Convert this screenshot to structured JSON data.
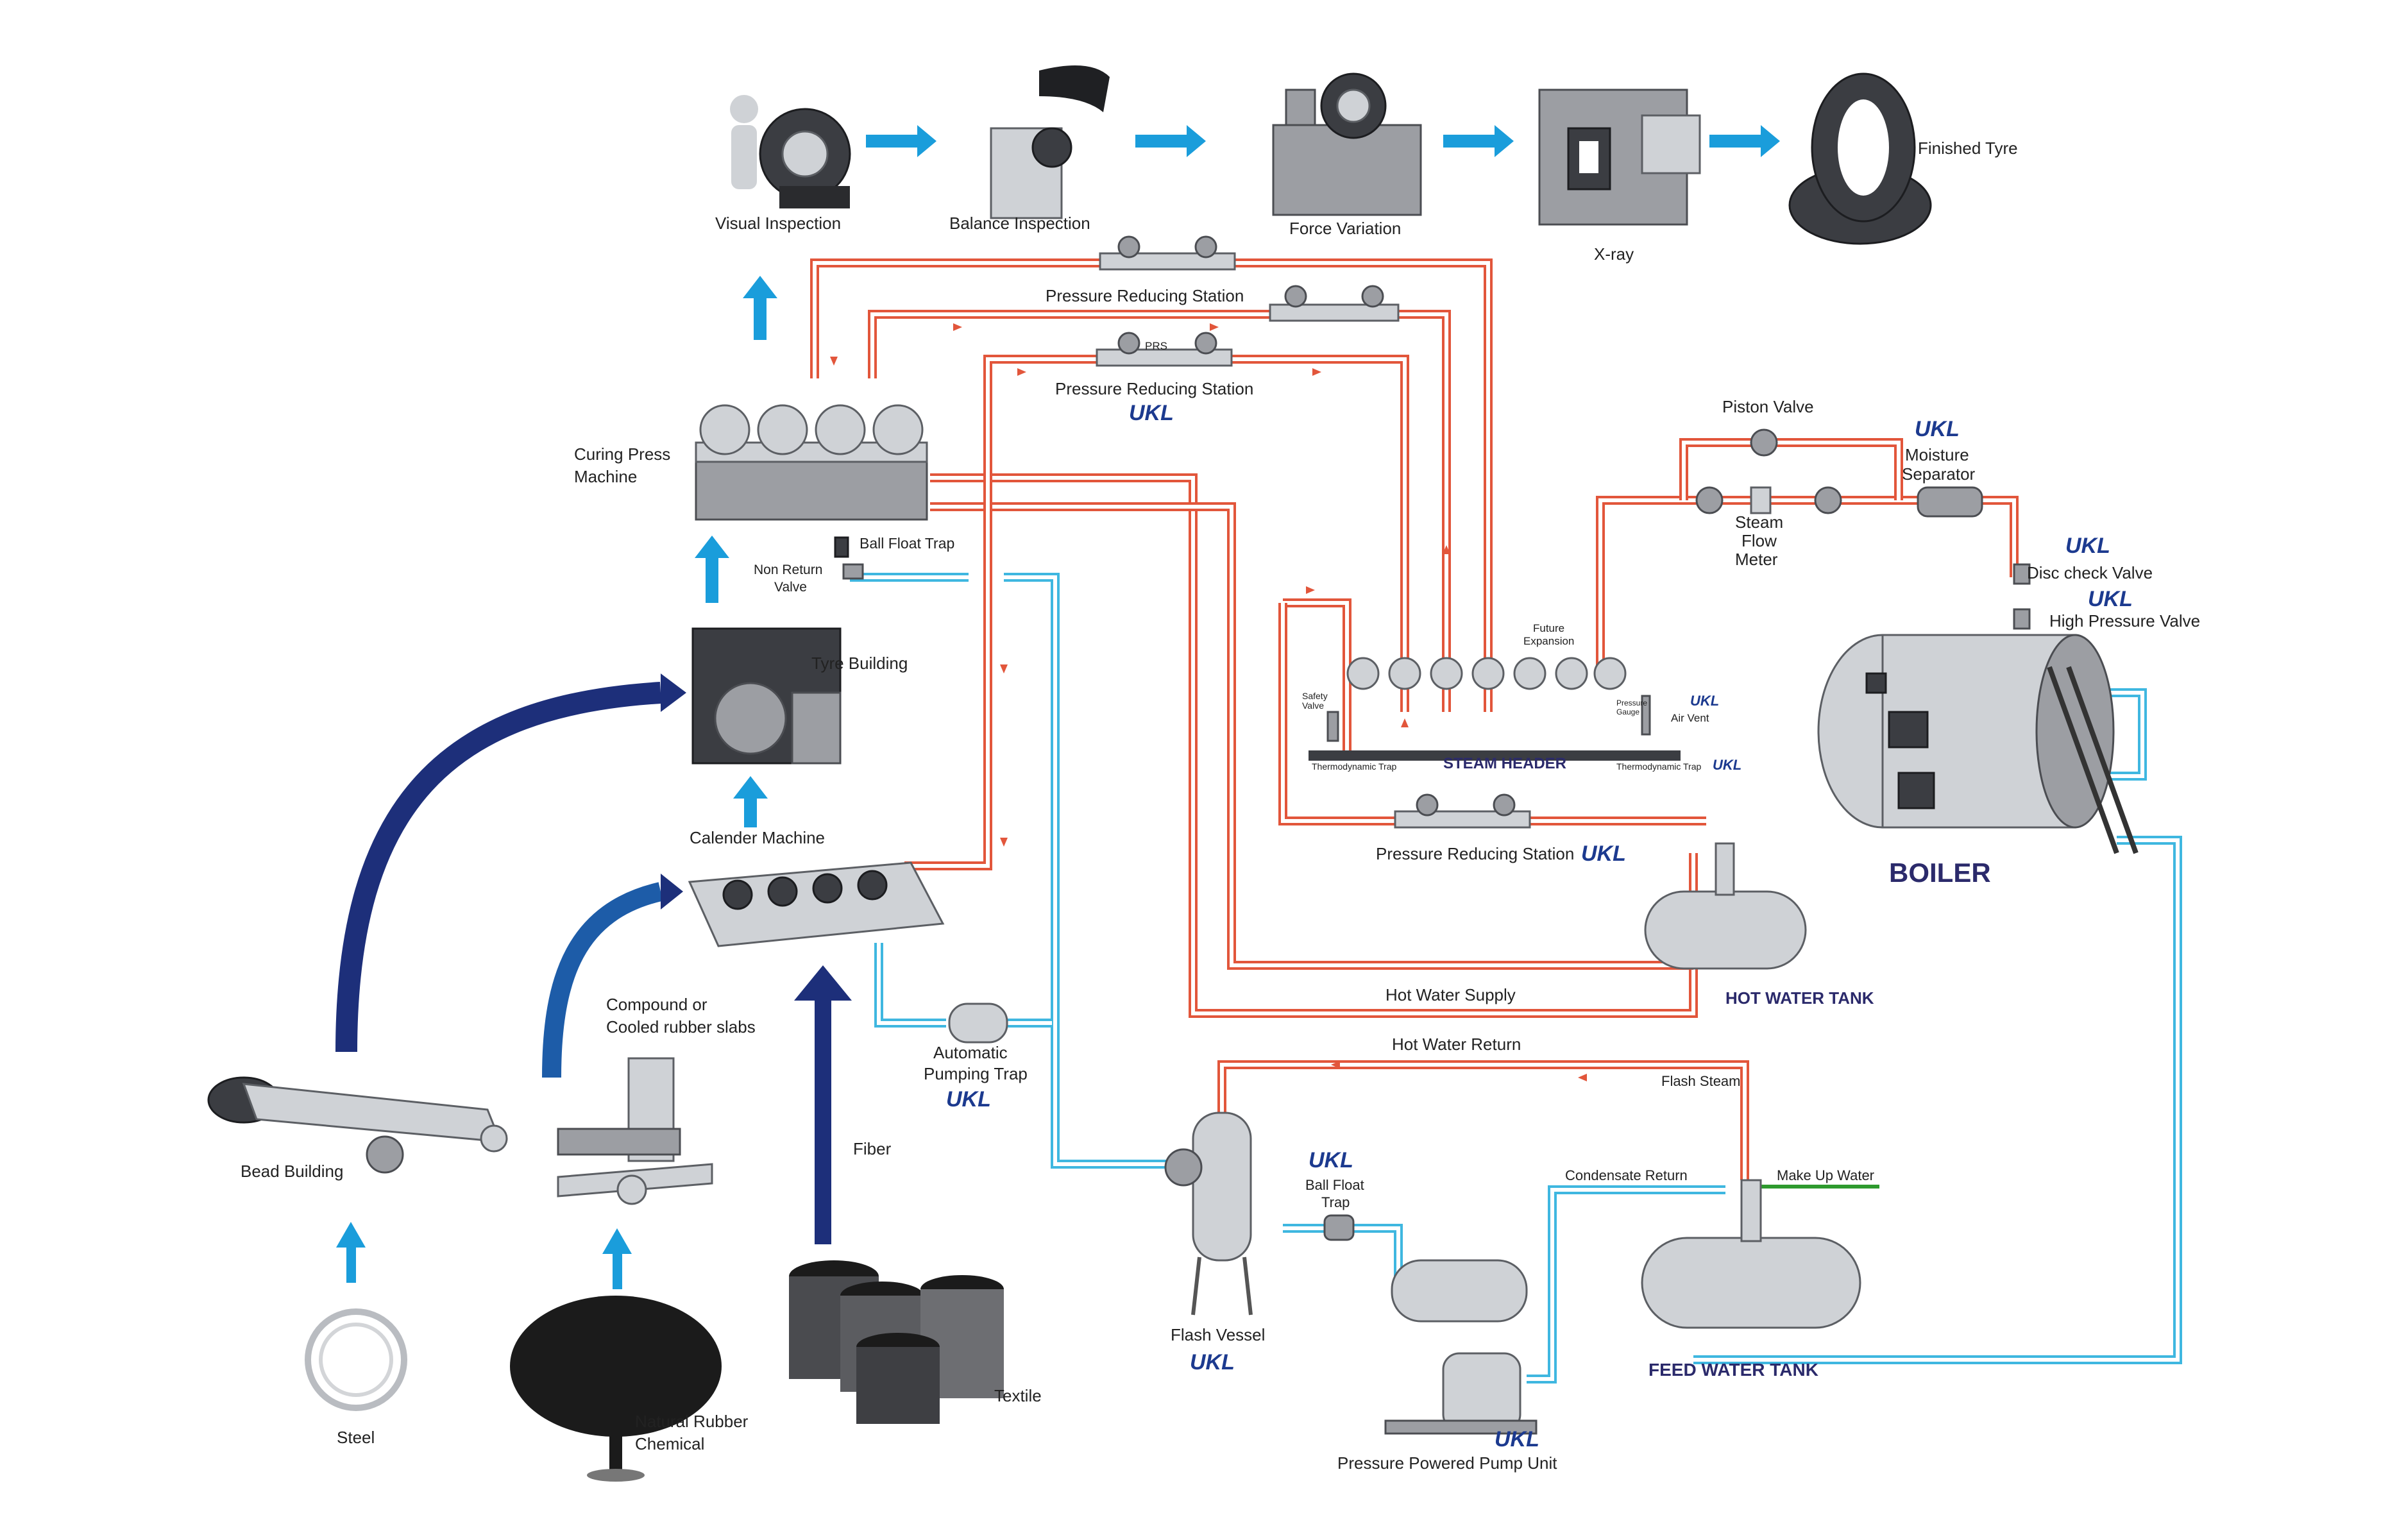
{
  "process_stages": {
    "visual_inspection": "Visual Inspection",
    "balance_inspection": "Balance Inspection",
    "force_variation": "Force Variation",
    "xray": "X-ray",
    "finished_tyre": "Finished Tyre",
    "curing_press": [
      "Curing Press",
      "Machine"
    ],
    "tyre_building": "Tyre Building",
    "calender_machine": "Calender Machine",
    "bead_building": "Bead Building",
    "compound": [
      "Compound or",
      "Cooled rubber slabs"
    ],
    "fiber": "Fiber",
    "steel": "Steel",
    "natural_rubber": [
      "Natural Rubber",
      "Chemical"
    ],
    "textile": "Textile"
  },
  "steam_equipment": {
    "prs_top": "Pressure Reducing Station",
    "prs_mid": "Pressure Reducing Station",
    "prs_tag": "PRS",
    "prs_bottom": "Pressure Reducing Station",
    "ball_float_trap_top": "Ball Float Trap",
    "non_return_valve": [
      "Non Return",
      "Valve"
    ],
    "automatic_pumping_trap": [
      "Automatic",
      "Pumping Trap"
    ],
    "piston_valve": "Piston Valve",
    "moisture_separator": [
      "Moisture",
      "Separator"
    ],
    "steam_flow_meter": [
      "Steam",
      "Flow",
      "Meter"
    ],
    "disc_check_valve": "Disc check  Valve",
    "high_pressure_valve": "High Pressure Valve",
    "boiler": "BOILER",
    "steam_header": "STEAM HEADER",
    "safety_valve": [
      "Safety",
      "Valve"
    ],
    "thermodynamic_trap_left": "Thermodynamic Trap",
    "thermodynamic_trap_right": "Thermodynamic Trap",
    "future_expansion": [
      "Future",
      "Expansion"
    ],
    "pressure_gauge": [
      "Pressure",
      "Gauge"
    ],
    "air_vent": "Air Vent",
    "hot_water_tank": "HOT WATER TANK",
    "hot_water_supply": "Hot Water Supply",
    "hot_water_return": "Hot Water Return",
    "flash_steam": "Flash Steam",
    "flash_vessel": "Flash Vessel",
    "ball_float_trap_bottom": [
      "Ball Float",
      "Trap"
    ],
    "pressure_powered_pump": "Pressure Powered Pump Unit",
    "condensate_return": "Condensate Return",
    "make_up_water": "Make Up Water",
    "feed_water_tank": "FEED WATER TANK"
  },
  "brand": {
    "logo_text": "UKL"
  },
  "colors": {
    "steam_line": "#e2563b",
    "water_line": "#3fb7e0",
    "make_up_line": "#2e9a2e",
    "flow_arrow": "#1a9ddb",
    "curved_arrow": "#1d2f7a",
    "title_text": "#2b2a6b"
  }
}
